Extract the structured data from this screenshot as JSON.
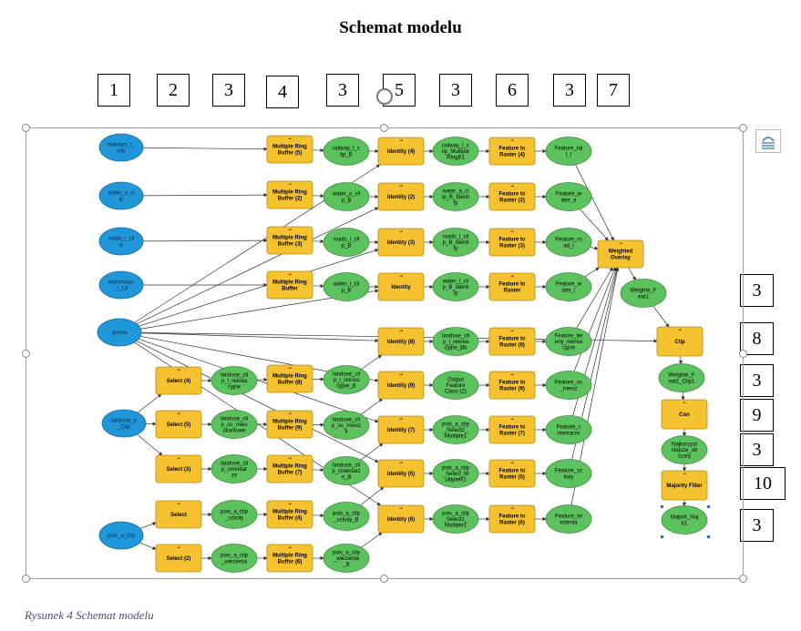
{
  "title": "Schemat modelu",
  "caption": "Rysunek 4 Schemat modelu",
  "top_numbers": [
    "1",
    "2",
    "3",
    "4",
    "3",
    "5",
    "3",
    "6",
    "3",
    "7"
  ],
  "side_numbers": [
    "3",
    "8",
    "3",
    "9",
    "3",
    "10",
    "3"
  ],
  "colors": {
    "input": "#1f97d8",
    "tool": "#f6c22f",
    "output": "#5cc25e",
    "frame": "#a0a0a0",
    "connector": "#333333"
  },
  "nodes": {
    "railways_in": {
      "kind": "input",
      "lines": [
        "railways_l_",
        "clip"
      ]
    },
    "water_in": {
      "kind": "input",
      "lines": [
        "water_a_cl",
        "ip"
      ]
    },
    "roads_in": {
      "kind": "input",
      "lines": [
        "roads_l_cli",
        "p"
      ]
    },
    "waterways_in": {
      "kind": "input",
      "lines": [
        "waterways",
        "_l_Cli"
      ]
    },
    "gmina": {
      "kind": "input",
      "lines": [
        "gmina"
      ]
    },
    "landuse_in": {
      "kind": "input",
      "lines": [
        "landuse_a",
        "_Clip"
      ]
    },
    "pois_in": {
      "kind": "input",
      "lines": [
        "pois_a_clip"
      ]
    },
    "mrb5": {
      "kind": "tool",
      "lines": [
        "Multiple Ring",
        "Buffer (5)"
      ]
    },
    "mrb2": {
      "kind": "tool",
      "lines": [
        "Multiple Ring",
        "Buffer (2)"
      ]
    },
    "mrb3": {
      "kind": "tool",
      "lines": [
        "Multiple Ring",
        "Buffer (3)"
      ]
    },
    "mrb": {
      "kind": "tool",
      "lines": [
        "Multiple Ring",
        "Buffer"
      ]
    },
    "railway_b": {
      "kind": "output",
      "lines": [
        "railway_l_c",
        "lip_B"
      ]
    },
    "water_b": {
      "kind": "output",
      "lines": [
        "water_a_cli",
        "p_B"
      ]
    },
    "roads_b": {
      "kind": "output",
      "lines": [
        "roads_l_cli",
        "p_B"
      ]
    },
    "waterl_b": {
      "kind": "output",
      "lines": [
        "water_l_cli",
        "p_B"
      ]
    },
    "id4": {
      "kind": "tool",
      "lines": [
        "Identity (4)"
      ]
    },
    "id2": {
      "kind": "tool",
      "lines": [
        "Identity (2)"
      ]
    },
    "id3": {
      "kind": "tool",
      "lines": [
        "Identity (3)"
      ]
    },
    "id": {
      "kind": "tool",
      "lines": [
        "Identity"
      ]
    },
    "railway_mrb1": {
      "kind": "output",
      "lines": [
        "railway_l_c",
        "lip_Multiple",
        "RingB1"
      ]
    },
    "water_id": {
      "kind": "output",
      "lines": [
        "water_a_cl",
        "ip_B_Identi",
        "ty"
      ]
    },
    "roads_id": {
      "kind": "output",
      "lines": [
        "roads_l_cli",
        "p_B_Identi",
        "ty"
      ]
    },
    "waterl_id": {
      "kind": "output",
      "lines": [
        "water_l_cli",
        "p_B_Identi",
        "ty"
      ]
    },
    "ftr4": {
      "kind": "tool",
      "lines": [
        "Feature to",
        "Raster (4)"
      ]
    },
    "ftr2": {
      "kind": "tool",
      "lines": [
        "Feature to",
        "Raster (2)"
      ]
    },
    "ftr3": {
      "kind": "tool",
      "lines": [
        "Feature to",
        "Raster (3)"
      ]
    },
    "ftr": {
      "kind": "tool",
      "lines": [
        "Feature to",
        "Raster"
      ]
    },
    "f_rail": {
      "kind": "output",
      "lines": [
        "Feature_rai",
        "l_l"
      ]
    },
    "f_water": {
      "kind": "output",
      "lines": [
        "Feature_w",
        "ater_a"
      ]
    },
    "f_road": {
      "kind": "output",
      "lines": [
        "Feature_ro",
        "ad_l"
      ]
    },
    "f_waterl": {
      "kind": "output",
      "lines": [
        "Feature_w",
        "ater_l"
      ]
    },
    "wo": {
      "kind": "tool",
      "lines": [
        "Weighted",
        "Overlay"
      ]
    },
    "wf1": {
      "kind": "output",
      "lines": [
        "Weighte_F",
        "eat1"
      ]
    },
    "clip": {
      "kind": "tool",
      "lines": [
        "Clip"
      ]
    },
    "wf1c": {
      "kind": "output",
      "lines": [
        "Weighte_F",
        "eat1_Clip1"
      ]
    },
    "con": {
      "kind": "tool",
      "lines": [
        "Con"
      ]
    },
    "najk": {
      "kind": "output",
      "lines": [
        "Najkorzyst",
        "niejsze_ob",
        "szary"
      ]
    },
    "majf": {
      "kind": "tool",
      "lines": [
        "Majority Filter"
      ]
    },
    "majo": {
      "kind": "output",
      "lines": [
        "Majorit_Naj",
        "k1"
      ]
    },
    "sel4": {
      "kind": "tool",
      "lines": [
        "Select (4)"
      ]
    },
    "sel5": {
      "kind": "tool",
      "lines": [
        "Select (5)"
      ]
    },
    "sel3": {
      "kind": "tool",
      "lines": [
        "Select (3)"
      ]
    },
    "sel": {
      "kind": "tool",
      "lines": [
        "Select"
      ]
    },
    "sel2": {
      "kind": "tool",
      "lines": [
        "Select (2)"
      ]
    },
    "lu_rek": {
      "kind": "output",
      "lines": [
        "landuse_cli",
        "p_l_rekrea",
        "cyjne"
      ]
    },
    "lu_os": {
      "kind": "output",
      "lines": [
        "landuse_cli",
        "p_os_mies",
        "zkaniowe"
      ]
    },
    "lu_cm": {
      "kind": "output",
      "lines": [
        "landuse_cli",
        "p_cmentar",
        "ze"
      ]
    },
    "pois_sz": {
      "kind": "output",
      "lines": [
        "pois_a_clip",
        "_szkoly"
      ]
    },
    "pois_wi": {
      "kind": "output",
      "lines": [
        "pois_a_clip",
        "_wiezienia"
      ]
    },
    "mrb8": {
      "kind": "tool",
      "lines": [
        "Multiple Ring",
        "Buffer (8)"
      ]
    },
    "mrb9": {
      "kind": "tool",
      "lines": [
        "Multiple Ring",
        "Buffer (9)"
      ]
    },
    "mrb7": {
      "kind": "tool",
      "lines": [
        "Multiple Ring",
        "Buffer (7)"
      ]
    },
    "mrb4": {
      "kind": "tool",
      "lines": [
        "Multiple Ring",
        "Buffer (4)"
      ]
    },
    "mrb6": {
      "kind": "tool",
      "lines": [
        "Multiple Ring",
        "Buffer (6)"
      ]
    },
    "lu_rek_b": {
      "kind": "output",
      "lines": [
        "landuse_cli",
        "p_l_rekrea",
        "cyjne_B"
      ]
    },
    "lu_os_b": {
      "kind": "output",
      "lines": [
        "landuse_cli",
        "p_os_miesz",
        "k"
      ]
    },
    "lu_cm_b": {
      "kind": "output",
      "lines": [
        "landuse_cli",
        "p_cmentarz",
        "e_B"
      ]
    },
    "pois_sz_b": {
      "kind": "output",
      "lines": [
        "pois_a_clip",
        "_szkoly_B"
      ]
    },
    "pois_wi_b": {
      "kind": "output",
      "lines": [
        "pois_a_clip",
        "_wiezienia",
        "_B"
      ]
    },
    "id8": {
      "kind": "tool",
      "lines": [
        "Identity (8)"
      ]
    },
    "id9": {
      "kind": "tool",
      "lines": [
        "Identity (9)"
      ]
    },
    "id7": {
      "kind": "tool",
      "lines": [
        "Identity (7)"
      ]
    },
    "id5": {
      "kind": "tool",
      "lines": [
        "Identity (5)"
      ]
    },
    "id6": {
      "kind": "tool",
      "lines": [
        "Identity (6)"
      ]
    },
    "o_rek": {
      "kind": "output",
      "lines": [
        "landuse_cli",
        "p_l_rekrea",
        "cyjne_Bb"
      ]
    },
    "o_ofc": {
      "kind": "output",
      "lines": [
        "Output",
        "Feature",
        "Class (2)"
      ]
    },
    "o_sel2": {
      "kind": "output",
      "lines": [
        "pois_a_clip",
        "_Select2_",
        "Multiple1"
      ]
    },
    "o_selm": {
      "kind": "output",
      "lines": [
        "pois_a_clip",
        "_Select_M",
        "ultipleR1"
      ]
    },
    "o_sel1": {
      "kind": "output",
      "lines": [
        "pois_a_clip",
        "_Select1_",
        "Multiple1"
      ]
    },
    "ftr8": {
      "kind": "tool",
      "lines": [
        "Feature to",
        "Raster (8)"
      ]
    },
    "ftr9": {
      "kind": "tool",
      "lines": [
        "Feature to",
        "Raster (9)"
      ]
    },
    "ftr7": {
      "kind": "tool",
      "lines": [
        "Feature to",
        "Raster (7)"
      ]
    },
    "ftr5": {
      "kind": "tool",
      "lines": [
        "Feature to",
        "Raster (5)"
      ]
    },
    "ftr6": {
      "kind": "tool",
      "lines": [
        "Feature to",
        "Raster (6)"
      ]
    },
    "f_ter": {
      "kind": "output",
      "lines": [
        "Feature_ter",
        "eny_rekrea",
        "cyjne"
      ]
    },
    "f_os": {
      "kind": "output",
      "lines": [
        "Feature_os",
        "_miesz"
      ]
    },
    "f_cm": {
      "kind": "output",
      "lines": [
        "Feature_c",
        "mentarze"
      ]
    },
    "f_sz": {
      "kind": "output",
      "lines": [
        "Feature_sz",
        "koly"
      ]
    },
    "f_wi": {
      "kind": "output",
      "lines": [
        "Feature_wi",
        "ezienia"
      ]
    }
  }
}
